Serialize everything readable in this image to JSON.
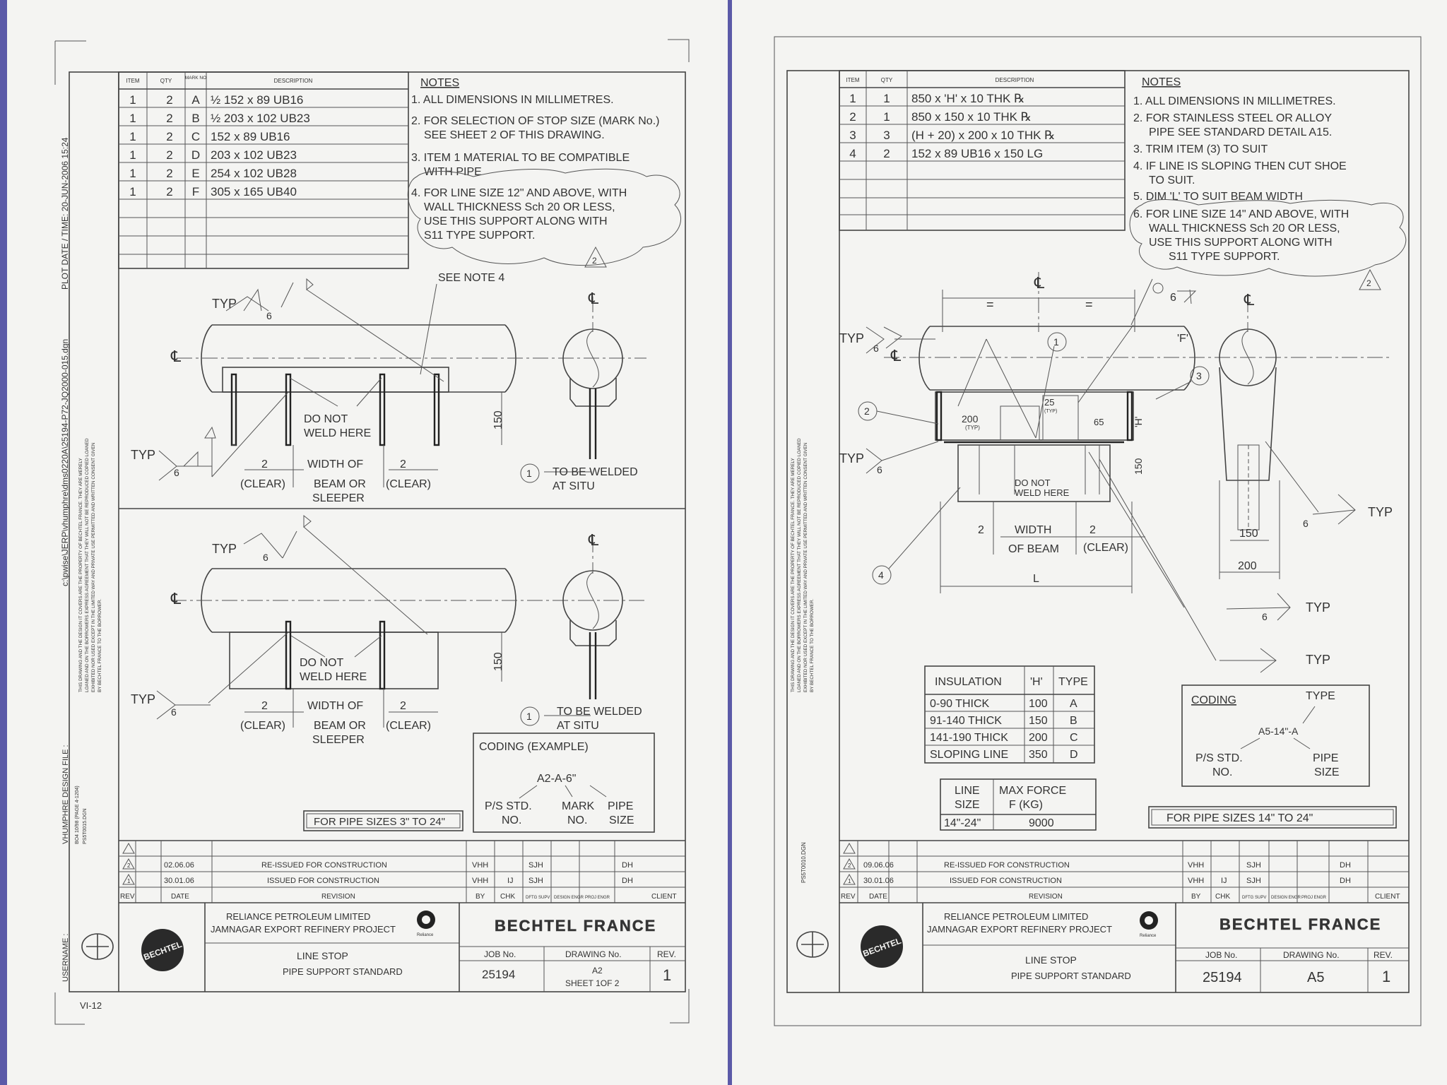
{
  "left_sheet": {
    "vertical_path": "c:\\pwise\\JERP\\vhumphre\\dms0220A\\25194-P72-JQ2000-015.dgn",
    "vertical_plot": "PLOT DATE / TIME: 20-JUN-2006 15:24",
    "vertical_design_file": "VHUMPHRE DESIGN FILE :",
    "vertical_username": "USERNAME :",
    "vertical_small": "BO4  10/98  (PAGE 4-1204)",
    "vertical_small2": "PS5T0015.DGN",
    "disclaimer": [
      "THIS DRAWING AND THE DESIGN IT COVERS ARE THE PROPERTY OF BECHTEL FRANCE. THEY ARE MERELY",
      "LOANED AND ON THE BORROWERS EXPRESS AGREEMENT THAT THEY WILL NOT BE REPRODUCED COPIED LOANED",
      "EXHIBITED NOR USED EXCEPT IN THE LIMITED WAY AND PRIVATE USE PERMITTED AND WRITTEN CONSENT GIVEN",
      "BY BECHTEL FRANCE TO THE BORROWER."
    ],
    "table_headers": [
      "ITEM",
      "QTY",
      "MARK NO",
      "DESCRIPTION"
    ],
    "table_rows": [
      {
        "item": "1",
        "qty": "2",
        "mark": "A",
        "desc": "½  152 x 89 UB16"
      },
      {
        "item": "1",
        "qty": "2",
        "mark": "B",
        "desc": "½  203 x 102 UB23"
      },
      {
        "item": "1",
        "qty": "2",
        "mark": "C",
        "desc": "152 x 89 UB16"
      },
      {
        "item": "1",
        "qty": "2",
        "mark": "D",
        "desc": "203 x 102 UB23"
      },
      {
        "item": "1",
        "qty": "2",
        "mark": "E",
        "desc": "254 x 102 UB28"
      },
      {
        "item": "1",
        "qty": "2",
        "mark": "F",
        "desc": "305 x 165 UB40"
      }
    ],
    "notes_title": "NOTES",
    "notes": [
      "1. ALL DIMENSIONS IN MILLIMETRES.",
      "2. FOR SELECTION OF STOP SIZE (MARK No.)",
      "SEE SHEET 2 OF THIS DRAWING.",
      "3. ITEM 1 MATERIAL TO BE COMPATIBLE",
      "WITH PIPE",
      "4. FOR LINE SIZE 12\" AND ABOVE, WITH",
      "WALL THICKNESS Sch 20 OR LESS,",
      "USE THIS SUPPORT ALONG WITH",
      "S11 TYPE SUPPORT."
    ],
    "see_note": "SEE NOTE 4",
    "typ": "TYP",
    "weld_size": "6",
    "cl": "℄",
    "do_not_weld": [
      "DO NOT",
      "WELD HERE"
    ],
    "clear": "(CLEAR)",
    "two": "2",
    "width_of": [
      "WIDTH OF",
      "BEAM OR",
      "SLEEPER"
    ],
    "dim_150": "150",
    "welded": [
      "TO BE WELDED",
      "AT SITU"
    ],
    "balloon_1": "1",
    "coding_title": "CODING  (EXAMPLE)",
    "coding_code": "A2-A-6\"",
    "coding_labels": [
      "P/S STD.",
      "NO.",
      "MARK",
      "NO.",
      "PIPE",
      "SIZE"
    ],
    "pipe_sizes": "FOR PIPE SIZES 3\" TO 24\"",
    "rev_rows": [
      {
        "rev": "2",
        "date": "02.06.06",
        "desc": "RE-ISSUED FOR CONSTRUCTION",
        "by": "VHH",
        "chk": "",
        "dftg": "SJH",
        "engr": "DH"
      },
      {
        "rev": "1",
        "date": "30.01.06",
        "desc": "ISSUED FOR CONSTRUCTION",
        "by": "VHH",
        "chk": "IJ",
        "dftg": "SJH",
        "engr": "DH"
      }
    ],
    "rev_headers": [
      "REV",
      "DATE",
      "REVISION",
      "BY",
      "CHK",
      "DFTG SUPV",
      "DESIGN ENGR",
      "PROJ ENGR",
      "CLIENT"
    ],
    "client": [
      "RELIANCE PETROLEUM LIMITED",
      "JAMNAGAR EXPORT REFINERY PROJECT"
    ],
    "reliance": "Reliance",
    "bechtel_logo": "BECHTEL",
    "company": "BECHTEL FRANCE",
    "title": [
      "LINE STOP",
      "PIPE SUPPORT STANDARD"
    ],
    "job_label": "JOB No.",
    "job_no": "25194",
    "dwg_label": "DRAWING No.",
    "dwg_no": "A2",
    "sheet": "SHEET 1OF 2",
    "rev_label": "REV.",
    "rev_no": "1",
    "page_ref": "VI-12"
  },
  "right_sheet": {
    "disclaimer": [
      "THIS DRAWING AND THE DESIGN IT COVERS ARE THE PROPERTY OF BECHTEL FRANCE. THEY ARE MERELY",
      "LOANED AND ON THE BORROWERS EXPRESS AGREEMENT THAT THEY WILL NOT BE REPRODUCED COPIED LOANED",
      "EXHIBITED NOR USED EXCEPT IN THE LIMITED WAY AND PRIVATE USE PERMITTED AND WRITTEN CONSENT GIVEN",
      "BY BECHTEL FRANCE TO THE BORROWER."
    ],
    "vertical_small": "PS5T0010.DGN",
    "table_headers": [
      "ITEM",
      "QTY",
      "DESCRIPTION"
    ],
    "table_rows": [
      {
        "item": "1",
        "qty": "1",
        "desc": "850 x 'H' x 10 THK ℞"
      },
      {
        "item": "2",
        "qty": "1",
        "desc": "850 x 150 x 10 THK ℞"
      },
      {
        "item": "3",
        "qty": "3",
        "desc": "(H + 20) x 200 x 10 THK ℞"
      },
      {
        "item": "4",
        "qty": "2",
        "desc": "152 x 89 UB16 x 150 LG"
      }
    ],
    "notes_title": "NOTES",
    "notes": [
      "1.  ALL DIMENSIONS IN MILLIMETRES.",
      "2.  FOR STAINLESS STEEL OR ALLOY",
      "PIPE SEE STANDARD DETAIL A15.",
      "3.  TRIM ITEM (3) TO SUIT",
      "4.  IF LINE IS SLOPING THEN CUT SHOE",
      "TO SUIT.",
      "5.  DIM 'L' TO SUIT BEAM WIDTH",
      "6.  FOR LINE SIZE 14\" AND ABOVE, WITH",
      "WALL THICKNESS Sch 20 OR LESS,",
      "USE THIS SUPPORT ALONG WITH",
      "S11 TYPE SUPPORT."
    ],
    "typ": "TYP",
    "weld_size": "6",
    "cl": "℄",
    "eq": "=",
    "f_label": "'F'",
    "h_label": "'H'",
    "dim_200": "200",
    "dim_typ": "(TYP)",
    "dim_25": "25",
    "dim_65": "65",
    "dim_150": "150",
    "do_not_weld": [
      "DO NOT",
      "WELD HERE"
    ],
    "two": "2",
    "width_of": [
      "WIDTH",
      "OF BEAM"
    ],
    "clear": "(CLEAR)",
    "l_label": "L",
    "balloons": [
      "1",
      "2",
      "3",
      "4"
    ],
    "insulation_headers": [
      "INSULATION",
      "'H'",
      "TYPE"
    ],
    "insulation_rows": [
      {
        "ins": "0-90  THICK",
        "h": "100",
        "type": "A"
      },
      {
        "ins": "91-140  THICK",
        "h": "150",
        "type": "B"
      },
      {
        "ins": "141-190  THICK",
        "h": "200",
        "type": "C"
      },
      {
        "ins": "SLOPING  LINE",
        "h": "350",
        "type": "D"
      }
    ],
    "force_headers": [
      "LINE",
      "SIZE",
      "MAX FORCE",
      "F (KG)"
    ],
    "force_row": {
      "size": "14\"-24\"",
      "force": "9000"
    },
    "coding_title": "CODING",
    "coding_type": "TYPE",
    "coding_code": "A5-14\"-A",
    "coding_labels": [
      "P/S STD.",
      "NO.",
      "PIPE",
      "SIZE"
    ],
    "pipe_sizes": "FOR PIPE SIZES 14\" TO 24\"",
    "rev_rows": [
      {
        "rev": "2",
        "date": "09.06.06",
        "desc": "RE-ISSUED FOR CONSTRUCTION",
        "by": "VHH",
        "chk": "",
        "dftg": "SJH",
        "engr": "DH"
      },
      {
        "rev": "1",
        "date": "30.01.06",
        "desc": "ISSUED FOR CONSTRUCTION",
        "by": "VHH",
        "chk": "IJ",
        "dftg": "SJH",
        "engr": "DH"
      }
    ],
    "rev_headers": [
      "REV",
      "DATE",
      "REVISION",
      "BY",
      "CHK",
      "DFTG SUPV",
      "DESIGN ENGR",
      "PROJ ENGR",
      "CLIENT"
    ],
    "client": [
      "RELIANCE PETROLEUM LIMITED",
      "JAMNAGAR EXPORT REFINERY PROJECT"
    ],
    "reliance": "Reliance",
    "bechtel_logo": "BECHTEL",
    "company": "BECHTEL FRANCE",
    "title": [
      "LINE STOP",
      "PIPE SUPPORT STANDARD"
    ],
    "job_label": "JOB No.",
    "job_no": "25194",
    "dwg_label": "DRAWING No.",
    "dwg_no": "A5",
    "rev_label": "REV.",
    "rev_no": "1"
  }
}
